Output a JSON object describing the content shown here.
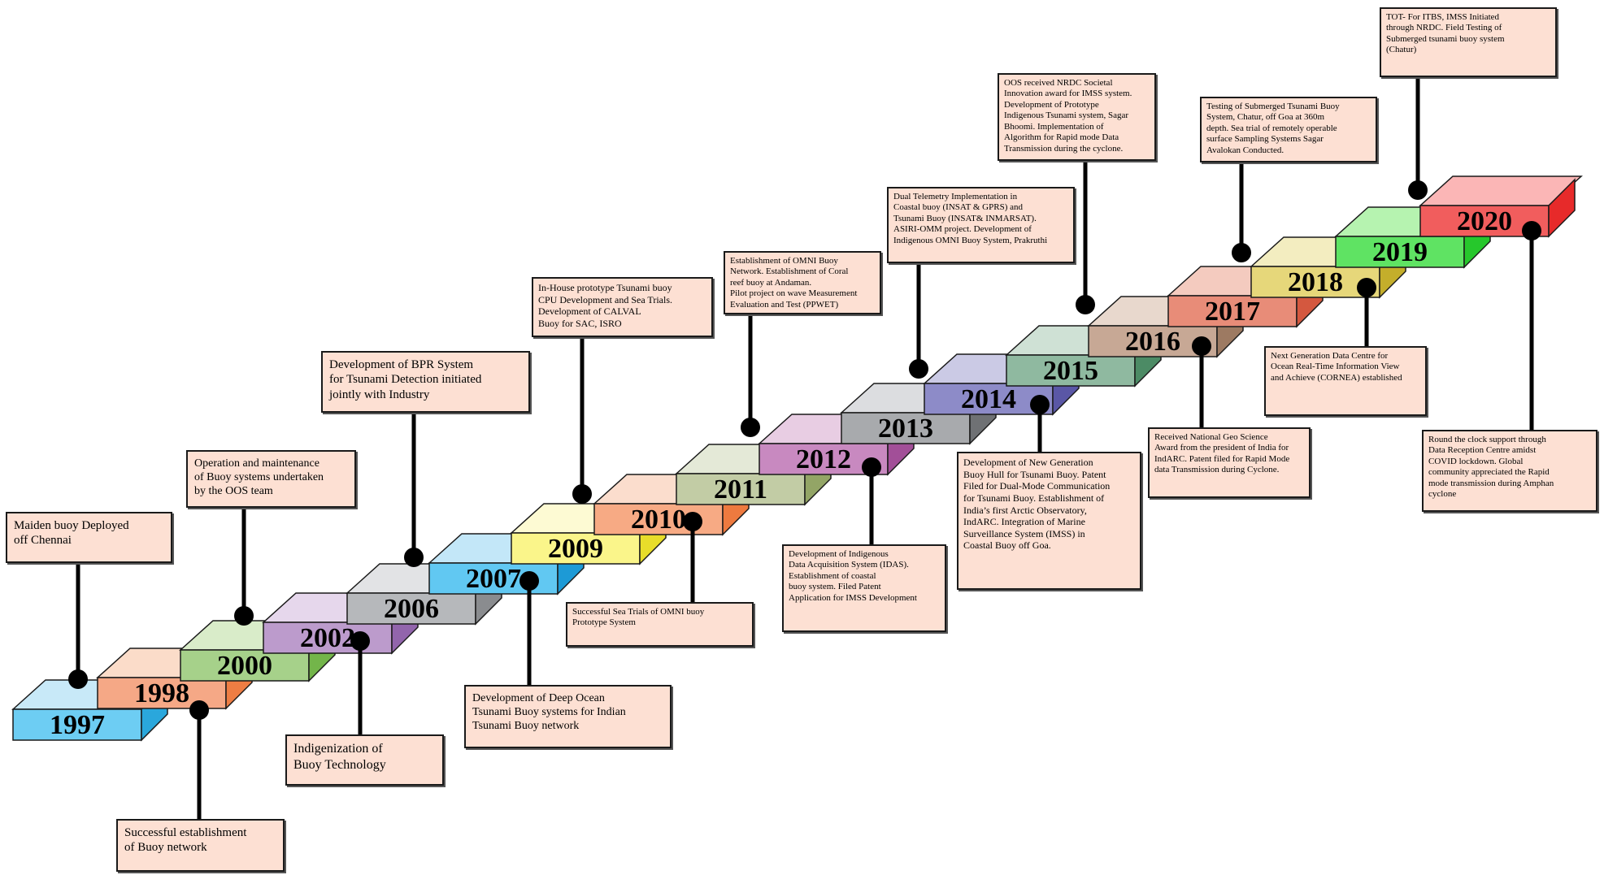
{
  "timeline": {
    "steps": [
      {
        "year": "1997",
        "front": "#6dcdf3",
        "top": "#c8e9f8",
        "side": "#2aa7dc"
      },
      {
        "year": "1998",
        "front": "#f5a886",
        "top": "#fbdcc9",
        "side": "#ee7d43"
      },
      {
        "year": "2000",
        "front": "#a6d18a",
        "top": "#d9ecc9",
        "side": "#73b54a"
      },
      {
        "year": "2002",
        "front": "#bc9bcc",
        "top": "#e6d7ec",
        "side": "#9265ac"
      },
      {
        "year": "2006",
        "front": "#b6b8bb",
        "top": "#e2e3e5",
        "side": "#8a8c8f"
      },
      {
        "year": "2007",
        "front": "#61c8f2",
        "top": "#c3e7f8",
        "side": "#1d9ad6"
      },
      {
        "year": "2009",
        "front": "#faf58a",
        "top": "#fdfad3",
        "side": "#e8dd2a"
      },
      {
        "year": "2010",
        "front": "#f7aa84",
        "top": "#fbddcd",
        "side": "#ee7a3f"
      },
      {
        "year": "2011",
        "front": "#c2cca5",
        "top": "#e4e9d7",
        "side": "#93a566"
      },
      {
        "year": "2012",
        "front": "#c889c0",
        "top": "#e8cde3",
        "side": "#a24f98"
      },
      {
        "year": "2013",
        "front": "#a8aaad",
        "top": "#dcdde0",
        "side": "#6f7174"
      },
      {
        "year": "2014",
        "front": "#8d8bc8",
        "top": "#cbcae5",
        "side": "#5a57a6"
      },
      {
        "year": "2015",
        "front": "#8fb9a0",
        "top": "#cfe1d5",
        "side": "#4c8b65"
      },
      {
        "year": "2016",
        "front": "#c7a895",
        "top": "#e8d8cd",
        "side": "#9d7a62"
      },
      {
        "year": "2017",
        "front": "#e88c78",
        "top": "#f4cbbf",
        "side": "#d4583f"
      },
      {
        "year": "2018",
        "front": "#e6d77a",
        "top": "#f3edc0",
        "side": "#c4ae2b"
      },
      {
        "year": "2019",
        "front": "#5fe363",
        "top": "#b6f3b0",
        "side": "#26c72c"
      },
      {
        "year": "2020",
        "front": "#f15d5d",
        "top": "#fbb6b6",
        "side": "#e72a2a"
      }
    ]
  },
  "notes": [
    {
      "text": "Maiden buoy Deployed\noff Chennai"
    },
    {
      "text": "Successful establishment\nof Buoy network"
    },
    {
      "text": "Operation and maintenance\nof Buoy systems undertaken\nby the OOS team"
    },
    {
      "text": "Indigenization of\nBuoy Technology"
    },
    {
      "text": "Development of BPR System\nfor Tsunami Detection initiated\njointly with Industry"
    },
    {
      "text": "Development of Deep Ocean\nTsunami Buoy systems for Indian\nTsunami Buoy network"
    },
    {
      "text": "In-House prototype Tsunami buoy\nCPU Development and Sea Trials.\nDevelopment of CALVAL\nBuoy for   SAC, ISRO"
    },
    {
      "text": "Successful Sea Trials of OMNI buoy\nPrototype System"
    },
    {
      "text": "Establishment of OMNI Buoy\nNetwork. Establishment of Coral\nreef buoy at Andaman.\nPilot project on wave Measurement\nEvaluation and Test (PPWET)"
    },
    {
      "text": "Development of Indigenous\nData Acquisition System (IDAS).\nEstablishment of coastal\nbuoy system. Filed Patent\nApplication for IMSS Development"
    },
    {
      "text": "Dual Telemetry Implementation in\nCoastal buoy (INSAT & GPRS) and\nTsunami Buoy (INSAT& INMARSAT).\nASIRI-OMM project. Development of\nIndigenous OMNI Buoy System, Prakruthi"
    },
    {
      "text": "Development of New Generation\nBuoy Hull for Tsunami Buoy. Patent\nFiled for Dual-Mode Communication\nfor Tsunami Buoy. Establishment of\nIndia’s first Arctic Observatory,\nIndARC. Integration of Marine\nSurveillance System (IMSS) in\nCoastal Buoy off Goa."
    },
    {
      "text": "OOS received NRDC Societal\nInnovation award for IMSS system.\nDevelopment of Prototype\nIndigenous Tsunami system, Sagar\nBhoomi. Implementation of\nAlgorithm for Rapid mode Data\nTransmission during the cyclone."
    },
    {
      "text": "Received National  Geo Science\nAward from the president of India for\nIndARC. Patent filed for Rapid Mode\ndata Transmission during Cyclone."
    },
    {
      "text": "Testing of Submerged Tsunami Buoy\nSystem, Chatur, off Goa at 360m\ndepth. Sea trial of remotely operable\nsurface Sampling Systems Sagar\nAvalokan Conducted."
    },
    {
      "text": "Next Generation Data Centre for\nOcean Real-Time Information View\nand Achieve (CORNEA) established"
    },
    {
      "text": "TOT- For ITBS, IMSS Initiated\nthrough NRDC. Field Testing of\nSubmerged tsunami buoy system\n(Chatur)"
    },
    {
      "text": "Round the clock support through\nData Reception Centre amidst\nCOVID lockdown. Global\ncommunity appreciated the Rapid\nmode transmission during Amphan\ncyclone"
    }
  ]
}
